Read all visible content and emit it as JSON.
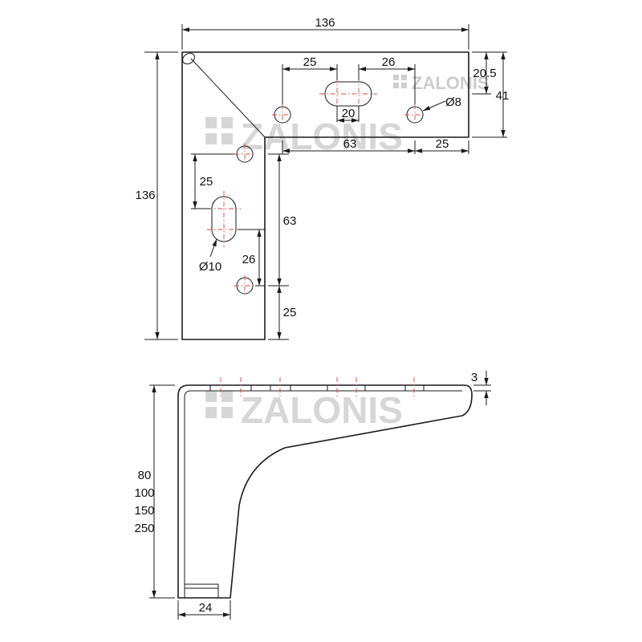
{
  "watermark": {
    "brand": "ZALONIS",
    "color": "#c9c9c9"
  },
  "colors": {
    "outline": "#1a1a1a",
    "centerline": "#e0443a",
    "background": "#ffffff"
  },
  "top_view": {
    "overall_width": "136",
    "overall_height": "136",
    "hole_spacing_a": "25",
    "hole_spacing_b": "26",
    "slot_length": "20",
    "hole_diameter": "Ø8",
    "edge_offset": "20.5",
    "arm_width": "41",
    "arm_length": "63",
    "arm_end": "25",
    "vertical_spacing_a": "25",
    "vertical_arm_length": "63",
    "slot_diameter": "Ø10",
    "vertical_spacing_b": "26",
    "vertical_end": "25"
  },
  "side_view": {
    "thickness": "3",
    "heights": [
      "80",
      "100",
      "150",
      "250"
    ],
    "foot_width": "24"
  }
}
